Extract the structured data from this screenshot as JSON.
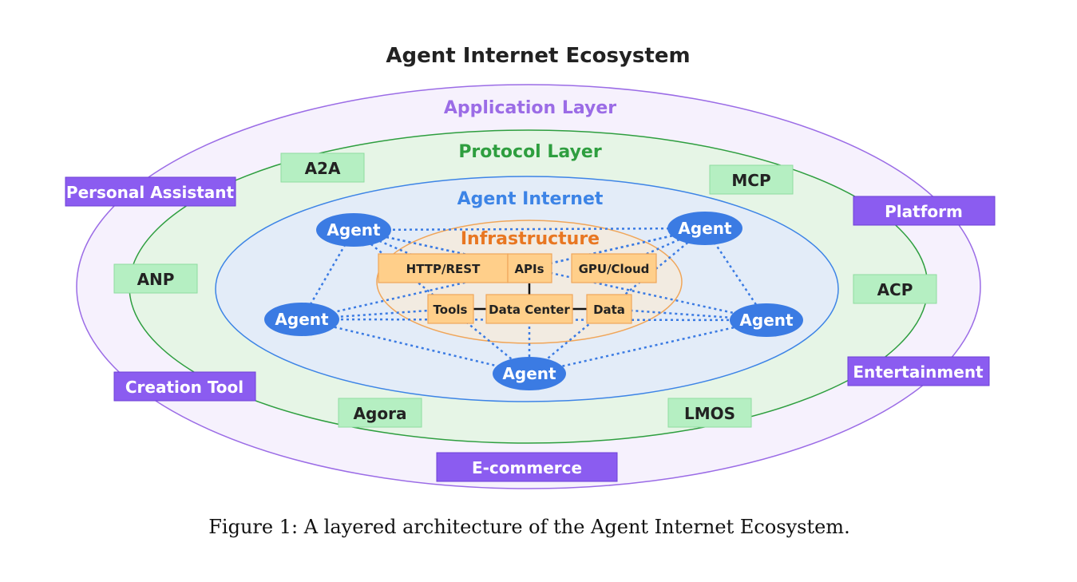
{
  "title": "Agent Internet Ecosystem",
  "caption": "Figure 1: A layered architecture of the Agent Internet Ecosystem.",
  "colors": {
    "application": "#9b6ce6",
    "application_fill": "#f6f1fd",
    "application_box": "#8b5cf0",
    "protocol": "#2e9e3f",
    "protocol_fill": "#e6f5e6",
    "protocol_box": "#b5efc2",
    "agent_internet": "#3d84e6",
    "agent_internet_fill": "#e3ecf8",
    "agent": "#3b7be3",
    "infrastructure": "#e87722",
    "infrastructure_fill": "#f2ebe1",
    "infra_box": "#ffcf8a"
  },
  "layers": {
    "application": "Application Layer",
    "protocol": "Protocol Layer",
    "agent_internet": "Agent Internet",
    "infrastructure": "Infrastructure"
  },
  "applications": [
    "Personal Assistant",
    "Platform",
    "Creation Tool",
    "Entertainment",
    "E-commerce"
  ],
  "protocols": [
    "A2A",
    "MCP",
    "ANP",
    "ACP",
    "Agora",
    "LMOS"
  ],
  "infrastructure_items": [
    "HTTP/REST",
    "APIs",
    "GPU/Cloud",
    "Tools",
    "Data Center",
    "Data"
  ],
  "agent_label": "Agent",
  "agent_count": 5
}
